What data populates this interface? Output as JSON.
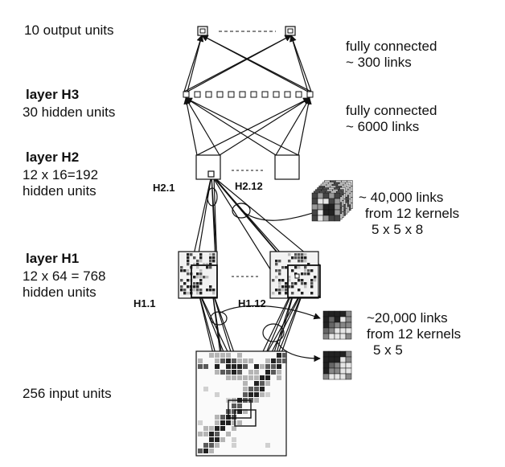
{
  "layers": {
    "output": {
      "label": "10 output units"
    },
    "h3": {
      "title": "layer H3",
      "desc": "30 hidden units"
    },
    "h2": {
      "title": "layer H2",
      "desc": [
        "12 x 16=192",
        "hidden units"
      ]
    },
    "h1": {
      "title": "layer H1",
      "desc": [
        "12 x 64 = 768",
        "hidden units"
      ]
    },
    "input": {
      "label": "256 input units"
    }
  },
  "map_labels": {
    "h2_1": "H2.1",
    "h2_12": "H2.12",
    "h1_1": "H1.1",
    "h1_12": "H1.12"
  },
  "connections": {
    "out_h3": [
      "fully connected",
      "~ 300 links"
    ],
    "h3_h2": [
      "fully connected",
      "~ 6000 links"
    ],
    "h2_h1": [
      "~ 40,000 links",
      "from 12 kernels",
      "5 x 5 x 8"
    ],
    "h1_in": [
      "~20,000 links",
      "from 12 kernels",
      "5 x 5"
    ]
  },
  "colors": {
    "ink": "#111111",
    "grey": "#9a9a9a",
    "dark": "#222222"
  }
}
